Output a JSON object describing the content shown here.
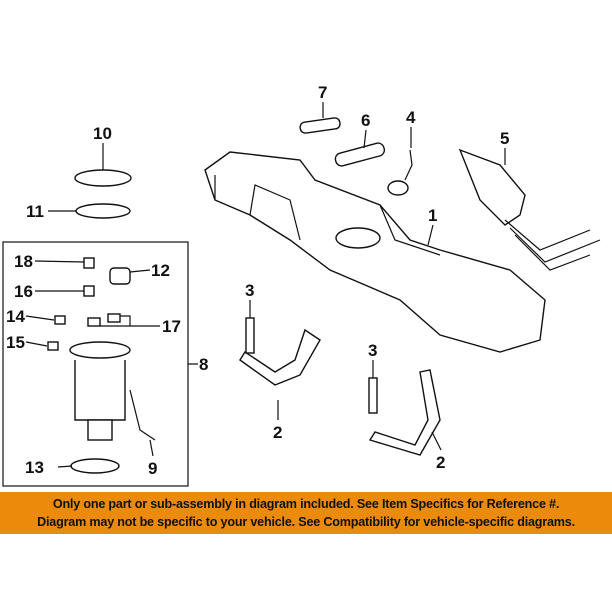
{
  "diagram": {
    "callouts": [
      "1",
      "2",
      "2",
      "3",
      "3",
      "4",
      "5",
      "6",
      "7",
      "8",
      "9",
      "10",
      "11",
      "12",
      "13",
      "14",
      "15",
      "16",
      "17",
      "18"
    ]
  },
  "banner": {
    "line1": "Only one part or sub-assembly in diagram included. See Item Specifics for Reference #.",
    "line2": "Diagram may not be specific to your vehicle. See Compatibility for vehicle-specific diagrams.",
    "color": "#ec8a0c"
  }
}
